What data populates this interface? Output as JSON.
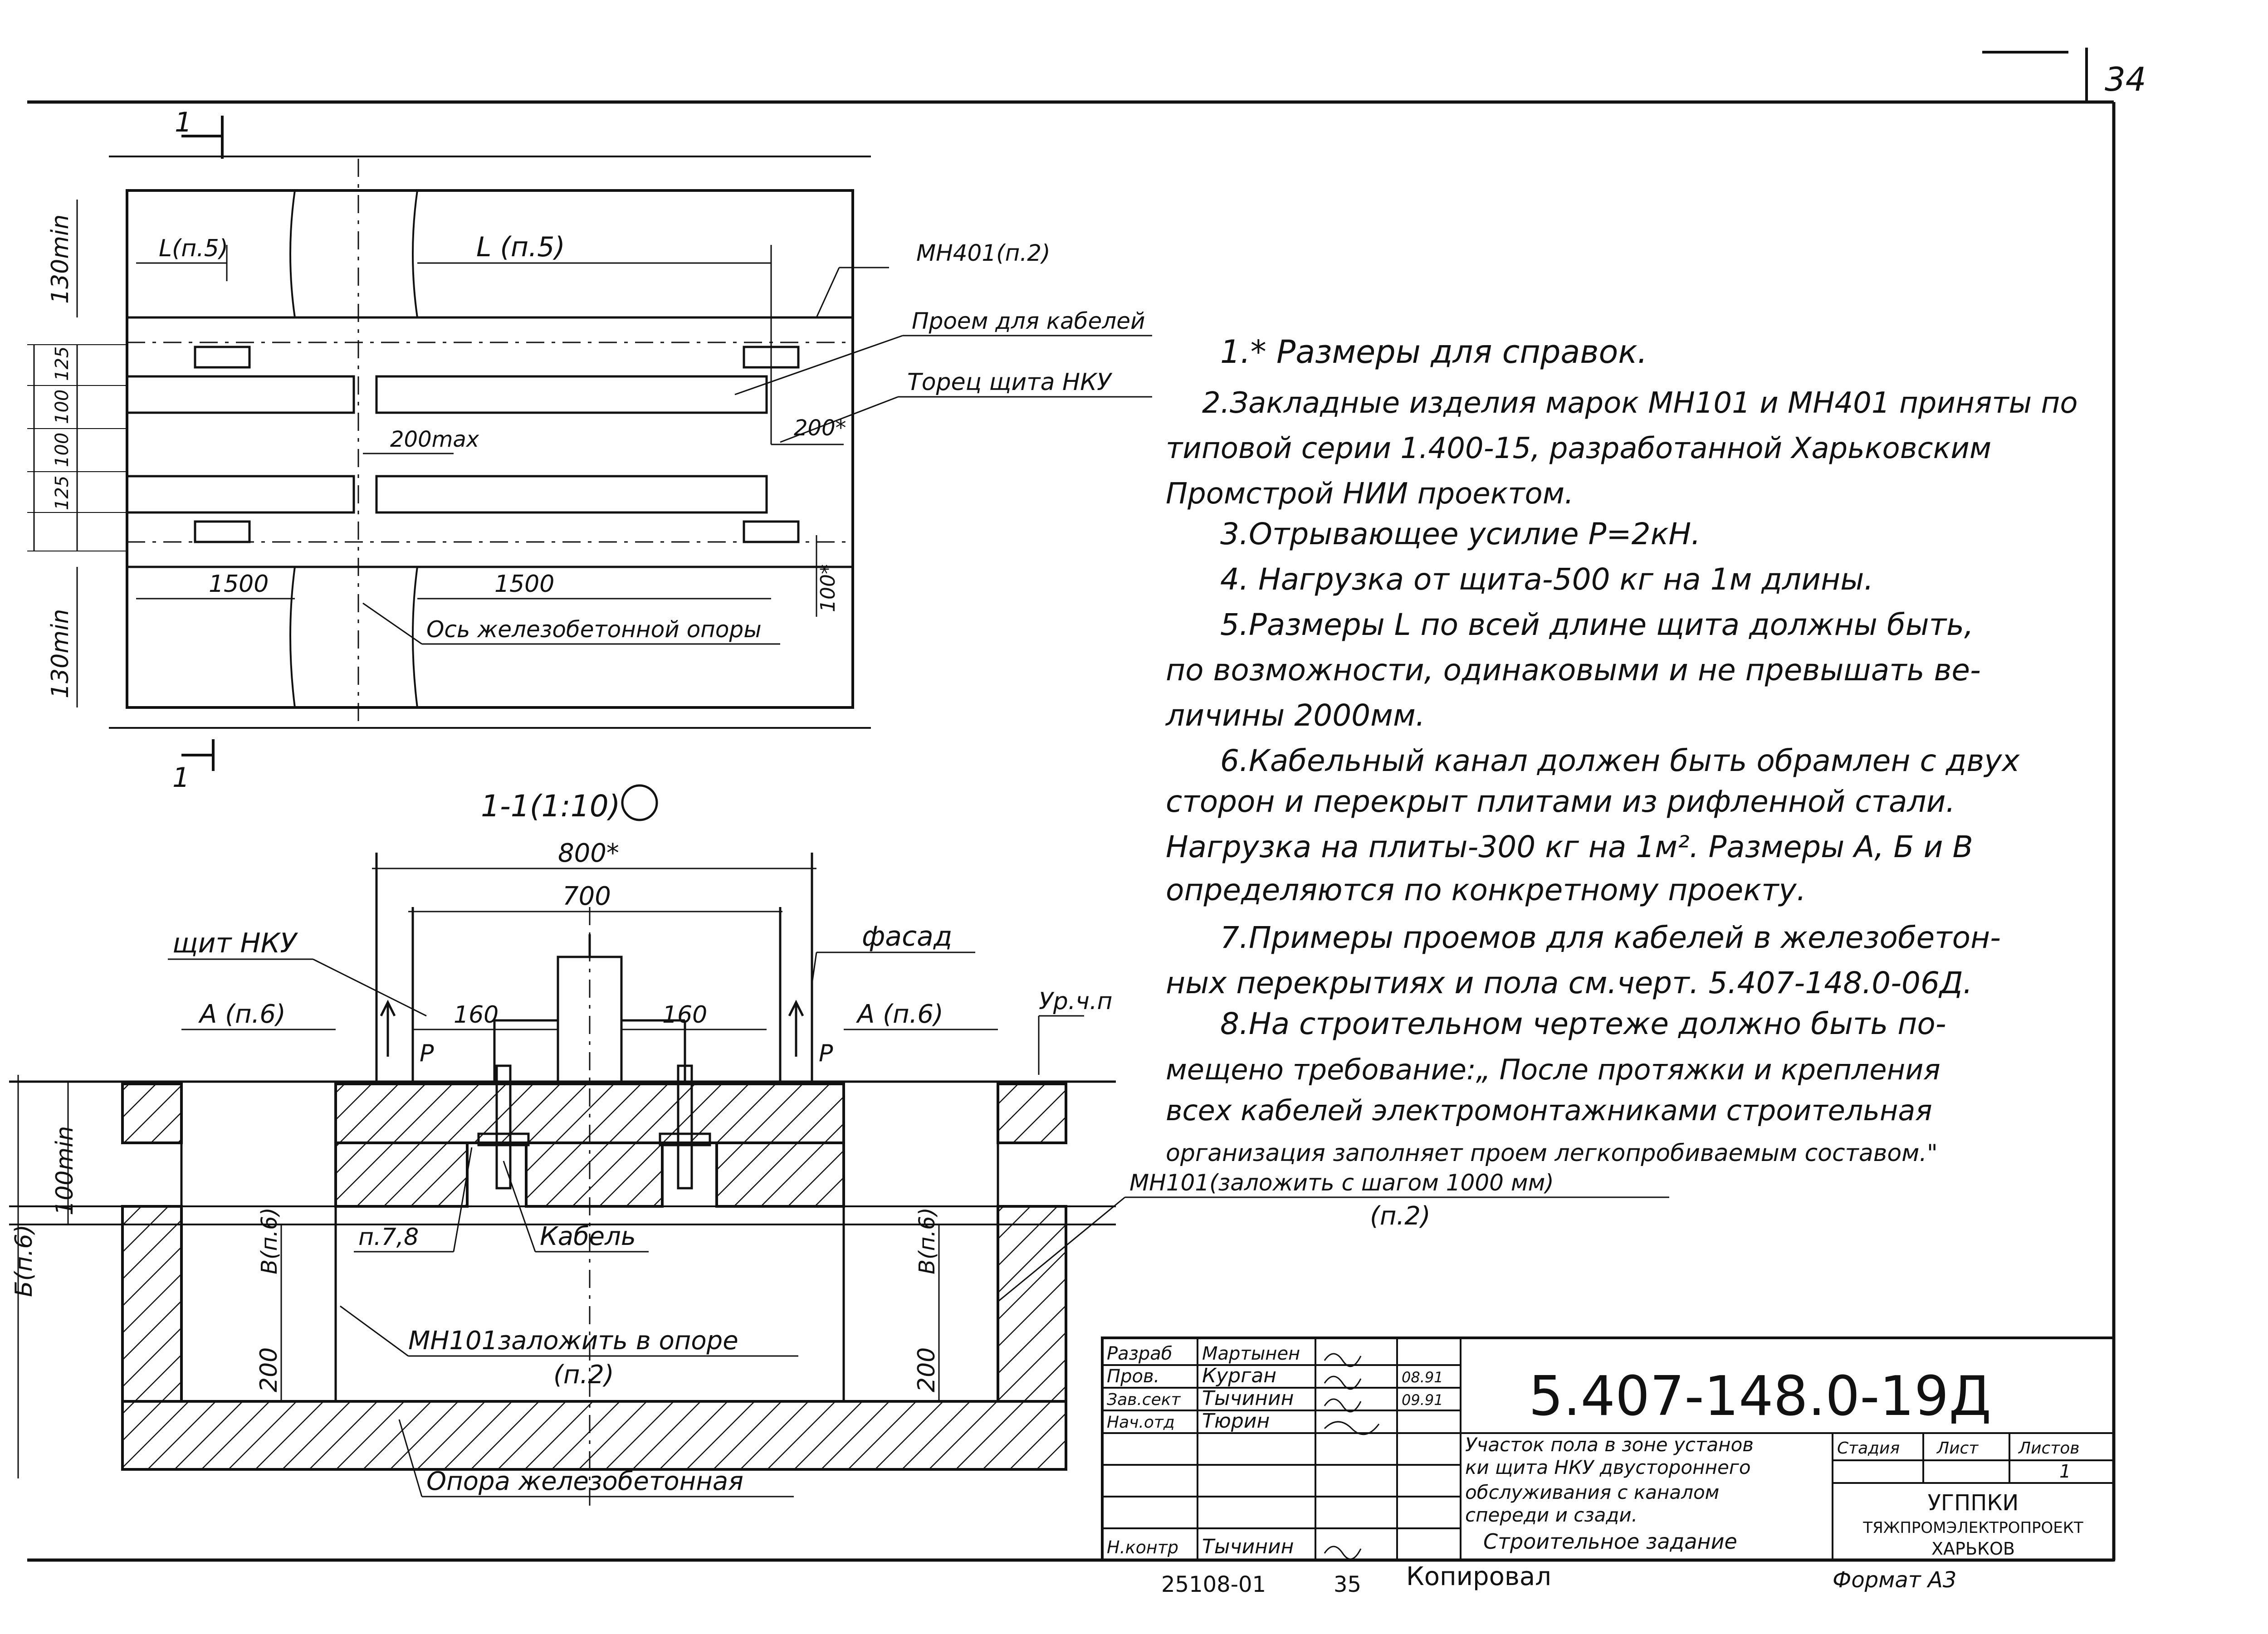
{
  "sheet_number": "34",
  "plan": {
    "section_marks": [
      "1",
      "1"
    ],
    "dims": {
      "l_p5_small": "L(п.5)",
      "l_p5_large": "L (п.5)",
      "d130_top": "130min",
      "d130_bottom": "130min",
      "d125_top": "125",
      "d100_a": "100",
      "d100_b": "100",
      "d125_bottom": "125",
      "max200": "200max",
      "d200_star": "200*",
      "d100_star": "100*",
      "d1500_left": "1500",
      "d1500_right": "1500"
    },
    "callouts": {
      "mh401": "МН401(п.2)",
      "opening": "Проем для кабелей",
      "panel_end": "Торец щита НКУ",
      "pole_axis": "Ось железобетонной опоры"
    }
  },
  "section": {
    "title": "1-1(1:10)",
    "dims": {
      "d800": "800*",
      "d700": "700",
      "d160_left": "160",
      "d160_right": "160",
      "a_left": "А (п.6)",
      "a_right": "А (п.6)",
      "b_left": "В(п.6)",
      "b_right": "В(п.6)",
      "d200_left": "200",
      "d200_right": "200",
      "d100min": "100min",
      "d_bp6": "Б(п.6)",
      "p_left": "P",
      "p_right": "P"
    },
    "callouts": {
      "panel": "щит НКУ",
      "facade": "фасад",
      "floor_level": "Ур.ч.п",
      "mh101_step": "МН101(заложить с шагом 1000 мм)",
      "mh101_step_ref": "(п.2)",
      "p78": "п.7,8",
      "cable": "Кабель",
      "mh101_pole": "МН101заложить в опоре",
      "mh101_pole_ref": "(п.2)",
      "pole": "Опора железобетонная"
    }
  },
  "notes": [
    "1.* Размеры для справок.",
    "2.Закладные изделия марок МН101 и МН401 приняты по",
    "типовой серии 1.400-15, разработанной Харьковским",
    "Промстрой НИИ проектом.",
    "3.Отрывающее усилие P=2кН.",
    "4. Нагрузка от щита-500 кг на 1м длины.",
    "5.Размеры L по всей длине щита должны быть,",
    "по возможности, одинаковыми и не превышать ве-",
    "личины 2000мм.",
    "6.Кабельный канал должен быть обрамлен с двух",
    "сторон и перекрыт плитами из рифленной стали.",
    "Нагрузка на плиты-300 кг на 1м². Размеры А, Б и В",
    "определяются по конкретному проекту.",
    "7.Примеры проемов для кабелей в железобетон-",
    "ных перекрытиях и пола см.черт. 5.407-148.0-06Д.",
    "8.На строительном чертеже должно быть по-",
    "мещено требование:„ После протяжки и крепления",
    "всех кабелей электромонтажниками строительная",
    "организация заполняет проем легкопробиваемым составом.\""
  ],
  "title_block": {
    "code": "5.407-148.0-19Д",
    "roles": [
      "Разраб",
      "Пров.",
      "Зав.сект",
      "Нач.отд",
      "",
      "",
      "",
      "Н.контр"
    ],
    "names": [
      "Мартынен",
      "Курган",
      "Тычинин",
      "Тюрин",
      "",
      "",
      "",
      "Тычинин"
    ],
    "dates": [
      "",
      "08.91",
      "09.91",
      "",
      "",
      "",
      "",
      ""
    ],
    "description": [
      "Участок пола в зоне установ",
      "ки щита НКУ двустороннего",
      "обслуживания с каналом",
      "спереди и сзади.",
      "Строительное задание"
    ],
    "stage_label": "Стадия",
    "sheet_label": "Лист",
    "sheets_label": "Листов",
    "sheets_value": "1",
    "org": [
      "УГППКИ",
      "ТЯЖПРОМЭЛЕКТРОПРОЕКТ",
      "ХАРЬКОВ"
    ]
  },
  "footer": {
    "inv": "25108-01",
    "page": "35",
    "copied": "Копировал",
    "format": "Формат А3"
  }
}
